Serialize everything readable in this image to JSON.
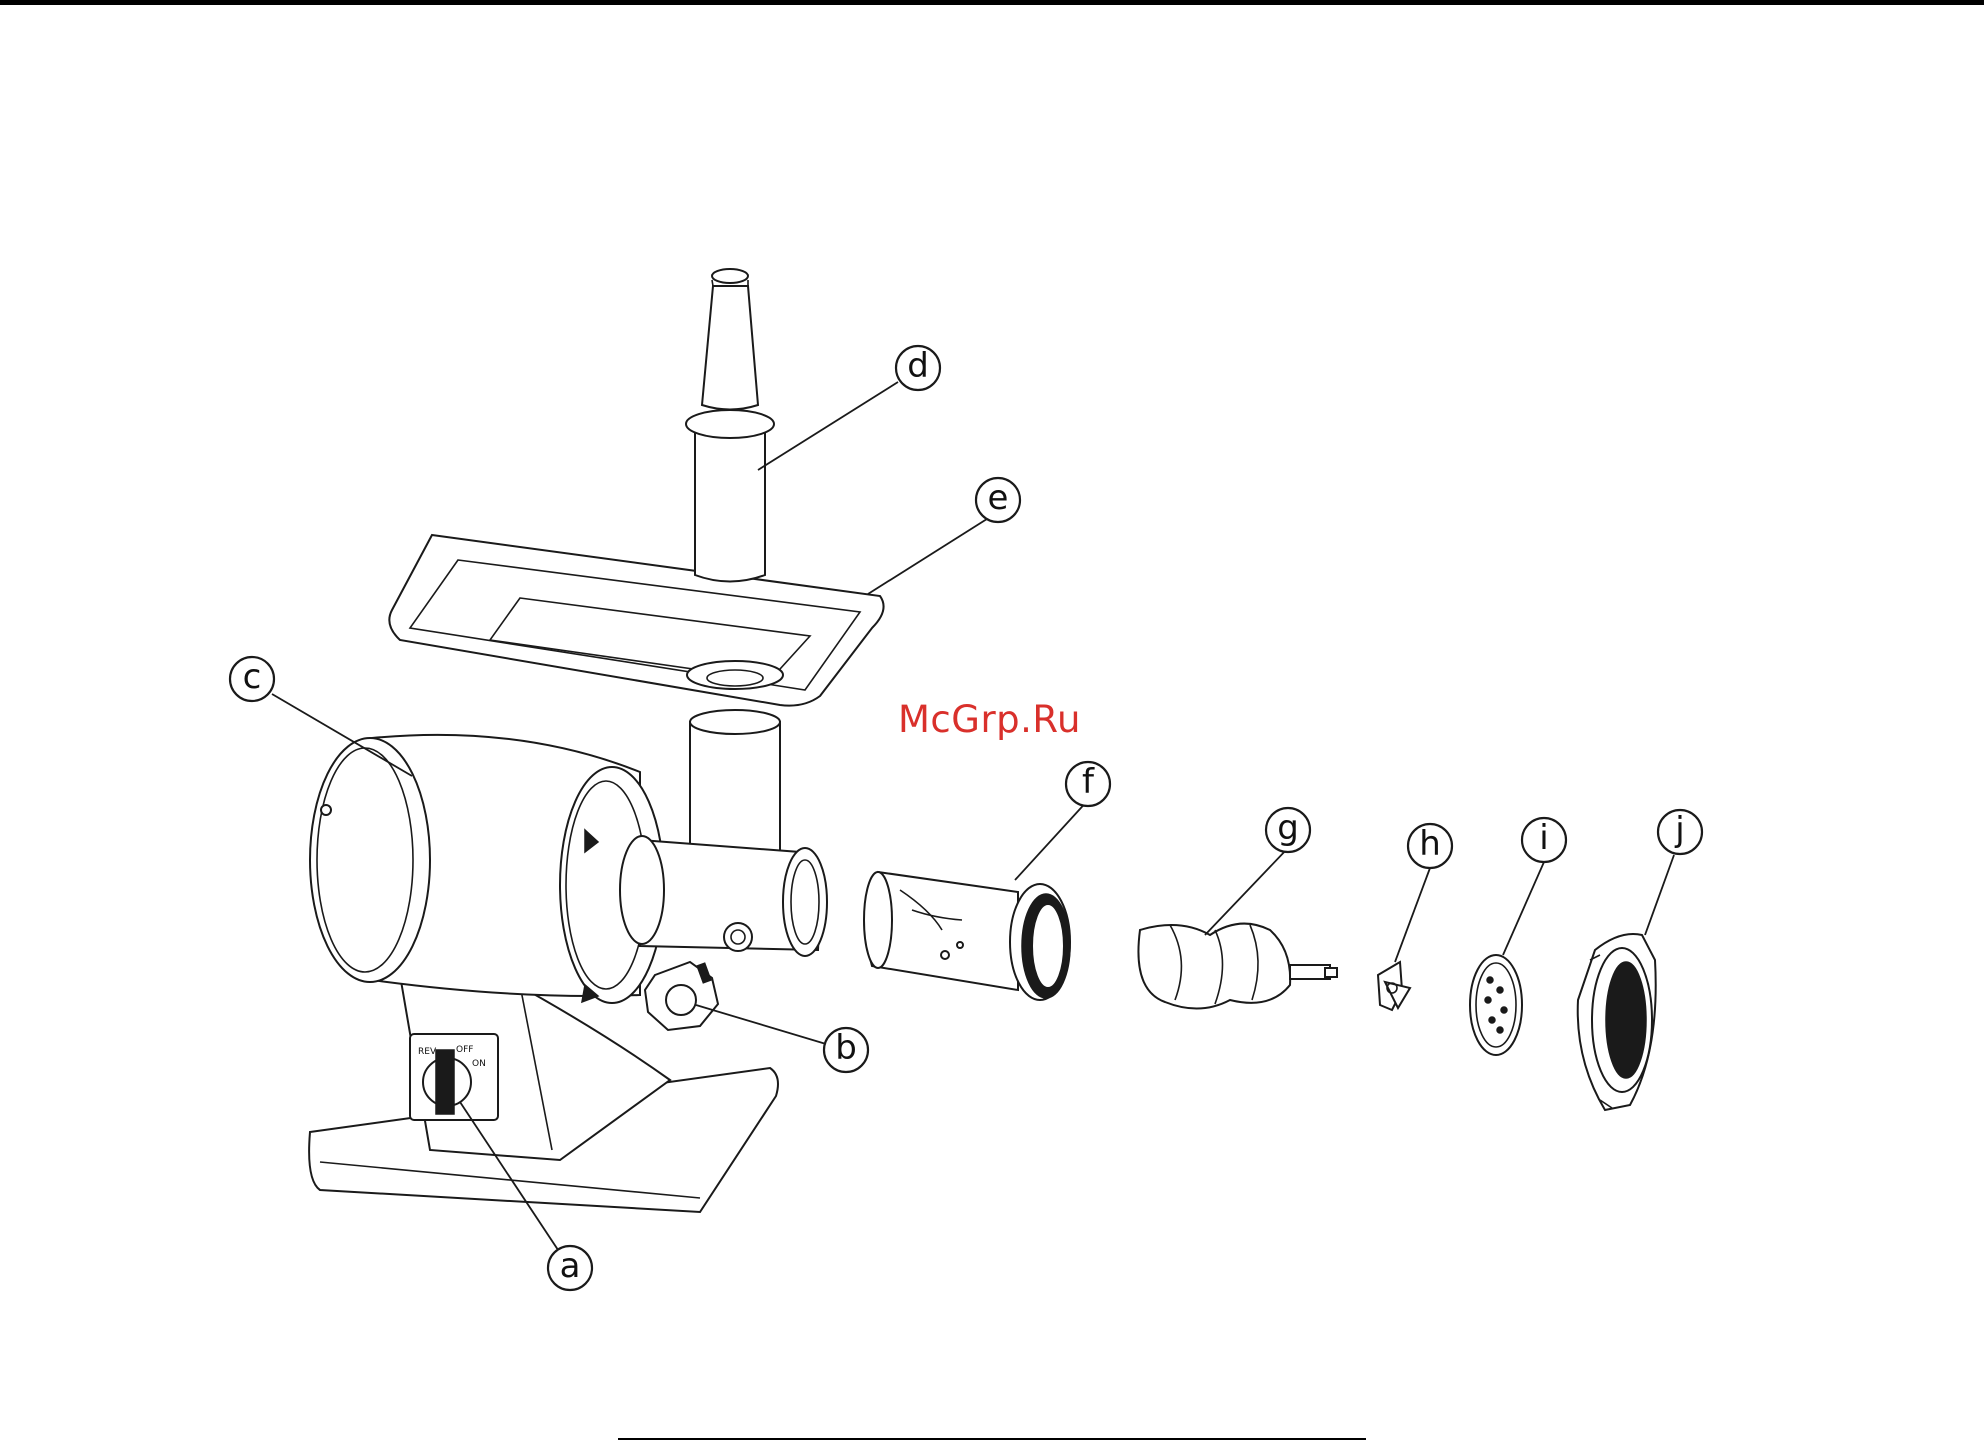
{
  "watermark": "McGrp.Ru",
  "callouts": {
    "a": "a",
    "b": "b",
    "c": "c",
    "d": "d",
    "e": "e",
    "f": "f",
    "g": "g",
    "h": "h",
    "i": "i",
    "j": "j"
  },
  "switch_labels": {
    "left": "REV",
    "top": "OFF",
    "right": "ON"
  },
  "colors": {
    "line": "#1a1a1a",
    "watermark": "#d9302b"
  }
}
